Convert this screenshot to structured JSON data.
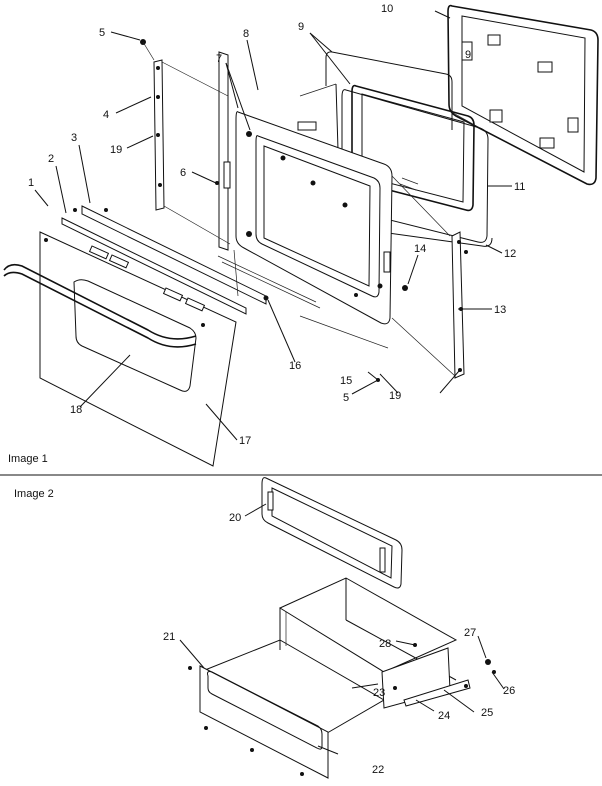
{
  "captions": {
    "image1": "Image 1",
    "image2": "Image 2"
  },
  "labels": {
    "n1": "1",
    "n2": "2",
    "n3": "3",
    "n4": "4",
    "n5a": "5",
    "n5b": "5",
    "n6": "6",
    "n7": "7",
    "n8": "8",
    "n9a": "9",
    "n9b": "9",
    "n10": "10",
    "n11": "11",
    "n12": "12",
    "n13": "13",
    "n14": "14",
    "n15": "15",
    "n16": "16",
    "n17": "17",
    "n18": "18",
    "n19a": "19",
    "n19b": "19",
    "n20": "20",
    "n21": "21",
    "n22": "22",
    "n23": "23",
    "n24": "24",
    "n25": "25",
    "n26": "26",
    "n27": "27",
    "n28": "28"
  }
}
